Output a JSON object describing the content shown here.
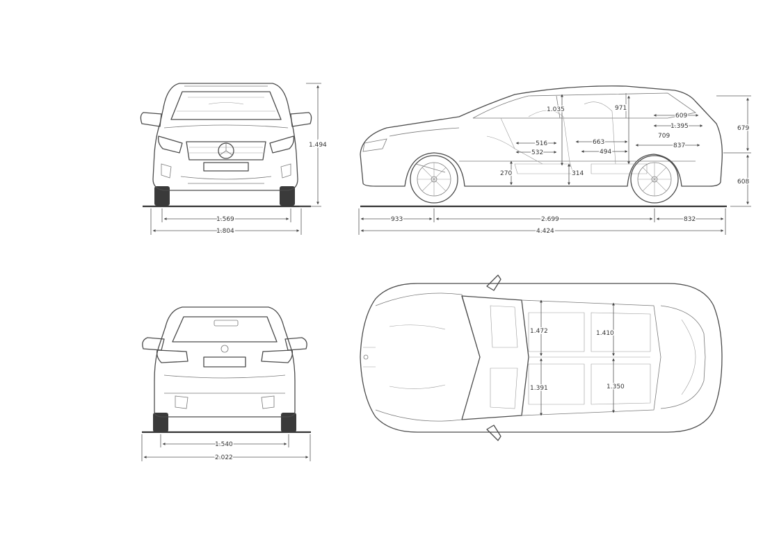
{
  "front_view": {
    "height": "1.494",
    "track": "1.569",
    "width": "1.804"
  },
  "rear_view": {
    "track": "1.540",
    "width_mirrors": "2.022"
  },
  "side_view": {
    "front_overhang": "933",
    "wheelbase": "2.699",
    "rear_overhang": "832",
    "length": "4.424",
    "headroom_front": "1.035",
    "headroom_rear": "971",
    "dim_609": "609",
    "dim_1395": "1.395",
    "dim_709": "709",
    "dim_837": "837",
    "dim_516": "516",
    "dim_532": "532",
    "dim_663": "663",
    "dim_494": "494",
    "dim_270": "270",
    "dim_314": "314",
    "dim_679": "679",
    "dim_608": "608"
  },
  "top_view": {
    "dim_1472": "1.472",
    "dim_1410": "1.410",
    "dim_1391": "1.391",
    "dim_1350": "1.350"
  }
}
